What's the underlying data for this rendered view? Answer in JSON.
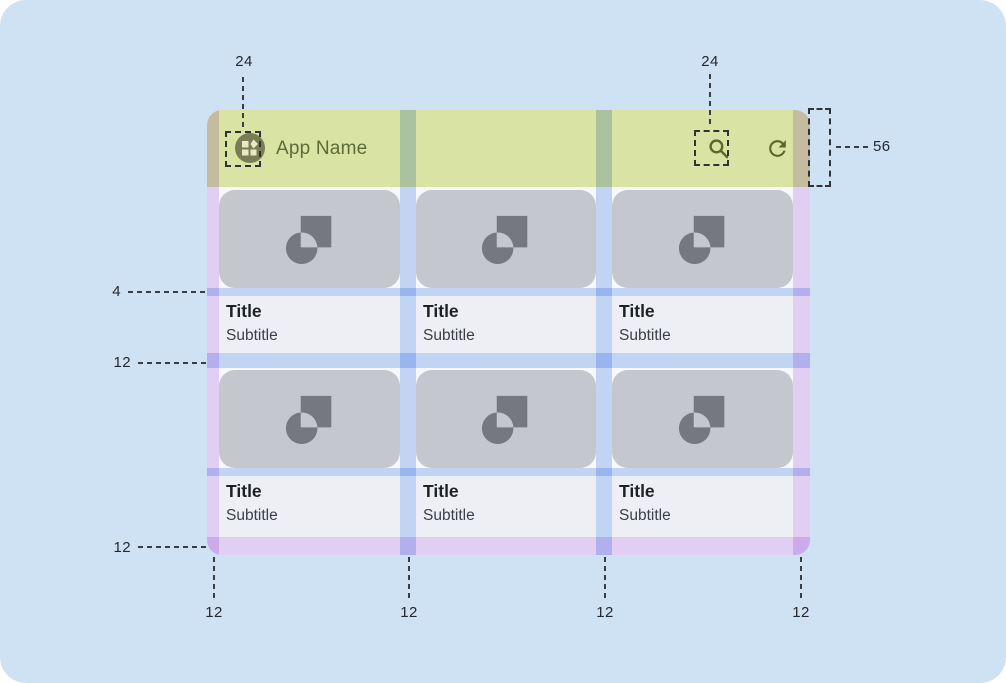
{
  "appbar": {
    "app_name": "App Name",
    "leading_icon": "app-grid-logo-icon",
    "trailing_icons": [
      "search-icon",
      "refresh-icon"
    ]
  },
  "cards": [
    {
      "title": "Title",
      "subtitle": "Subtitle",
      "media_icon": "image-placeholder-icon"
    },
    {
      "title": "Title",
      "subtitle": "Subtitle",
      "media_icon": "image-placeholder-icon"
    },
    {
      "title": "Title",
      "subtitle": "Subtitle",
      "media_icon": "image-placeholder-icon"
    },
    {
      "title": "Title",
      "subtitle": "Subtitle",
      "media_icon": "image-placeholder-icon"
    },
    {
      "title": "Title",
      "subtitle": "Subtitle",
      "media_icon": "image-placeholder-icon"
    },
    {
      "title": "Title",
      "subtitle": "Subtitle",
      "media_icon": "image-placeholder-icon"
    }
  ],
  "annotations": {
    "leading_icon_size": "24",
    "trailing_icon_size": "24",
    "appbar_height": "56",
    "image_text_gap": "4",
    "row_gap": "12",
    "bottom_margin": "12",
    "bottom_measurements": [
      "12",
      "12",
      "12",
      "12"
    ]
  },
  "colors": {
    "page_background": "#CFE2F4",
    "appbar_background": "#D8E3A4",
    "appbar_foreground": "#5D6B3B",
    "mock_background": "#F6F8FB",
    "card_media_background": "#C4C7CE",
    "card_media_icon": "#75787E",
    "card_text_background": "#EDEFF5",
    "title_text": "#1E2126",
    "subtitle_text": "#3A3E46",
    "gutter_overlay": "#C9DAF8",
    "margin_overlay": "#E9D4F7",
    "annotation": "#2F3237"
  }
}
